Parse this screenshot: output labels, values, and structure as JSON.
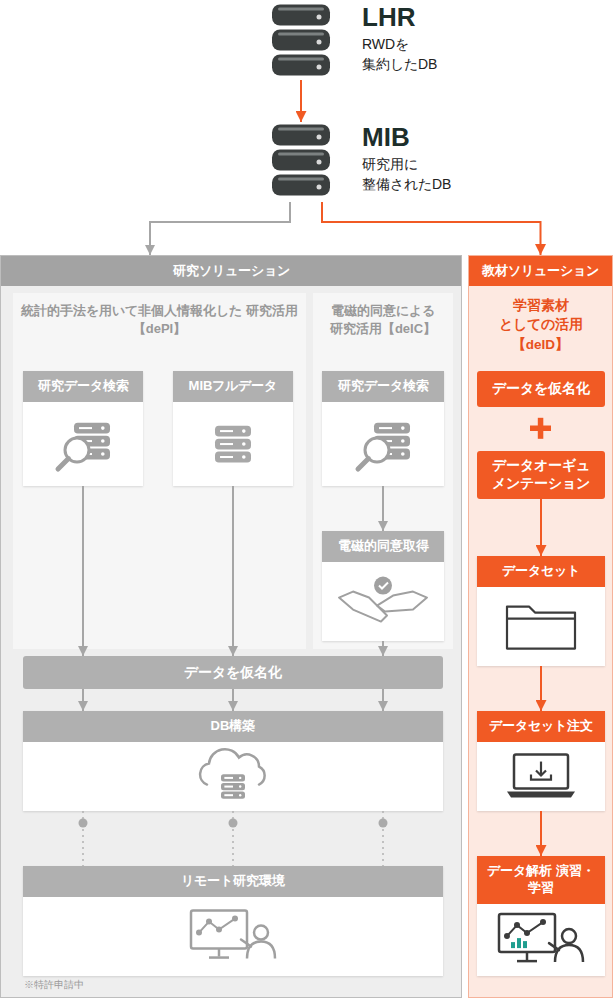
{
  "diagram": {
    "nodes": [
      {
        "text": [
          "LHR",
          "RWDを 集約したDB"
        ]
      },
      {
        "text": [
          "MIB",
          "研究用に 整備されたDB"
        ]
      },
      {
        "text": [
          "研究ソリューション"
        ]
      },
      {
        "text": [
          "統計的手法を用いて非個人情報化した 研究活用【dePI】"
        ],
        "in": 2
      },
      {
        "text": [
          "電磁的同意による 研究活用【deIC】"
        ],
        "in": 2
      },
      {
        "text": [
          "研究データ検索"
        ],
        "in": 3
      },
      {
        "text": [
          "MIBフルデータ"
        ],
        "in": 3
      },
      {
        "text": [
          "研究データ検索"
        ],
        "in": 4
      },
      {
        "text": [
          "電磁的同意取得"
        ],
        "in": 4
      },
      {
        "text": [
          "データを仮名化"
        ],
        "in": 2
      },
      {
        "text": [
          "DB構築"
        ],
        "in": 2
      },
      {
        "text": [
          "リモート研究環境"
        ],
        "in": 2
      },
      {
        "text": [
          "教材ソリューション",
          "学習素材 としての活用【deID】"
        ]
      },
      {
        "text": [
          "データを仮名化"
        ],
        "in": 12
      },
      {
        "text": [
          "データオーギュ メンテーション"
        ],
        "in": 12
      },
      {
        "text": [
          "データセット"
        ],
        "in": 12
      },
      {
        "text": [
          "データセット注文"
        ],
        "in": 12
      },
      {
        "text": [
          "データ解析 演習・学習"
        ],
        "in": 12
      }
    ],
    "edges": [
      {
        "from": 0,
        "to": 1,
        "arrow": "to"
      },
      {
        "from": 1,
        "to": 2,
        "arrow": "to"
      },
      {
        "from": 1,
        "to": 12,
        "arrow": "to"
      },
      {
        "from": 5,
        "to": 9,
        "arrow": "to"
      },
      {
        "from": 6,
        "to": 9,
        "arrow": "to"
      },
      {
        "from": 7,
        "to": 8,
        "arrow": "to"
      },
      {
        "from": 8,
        "to": 9,
        "arrow": "to"
      },
      {
        "from": 9,
        "to": 10,
        "arrow": "to"
      },
      {
        "from": 9,
        "to": 10,
        "arrow": "to"
      },
      {
        "from": 9,
        "to": 10,
        "arrow": "to"
      },
      {
        "from": 10,
        "to": 11,
        "arrow": "none"
      },
      {
        "from": 10,
        "to": 11,
        "arrow": "none"
      },
      {
        "from": 10,
        "to": 11,
        "arrow": "none"
      },
      {
        "from": 14,
        "to": 15,
        "arrow": "to"
      },
      {
        "from": 15,
        "to": 16,
        "arrow": "to"
      },
      {
        "from": 16,
        "to": 17,
        "arrow": "to"
      }
    ],
    "labels": [
      "※特許申請中"
    ]
  }
}
